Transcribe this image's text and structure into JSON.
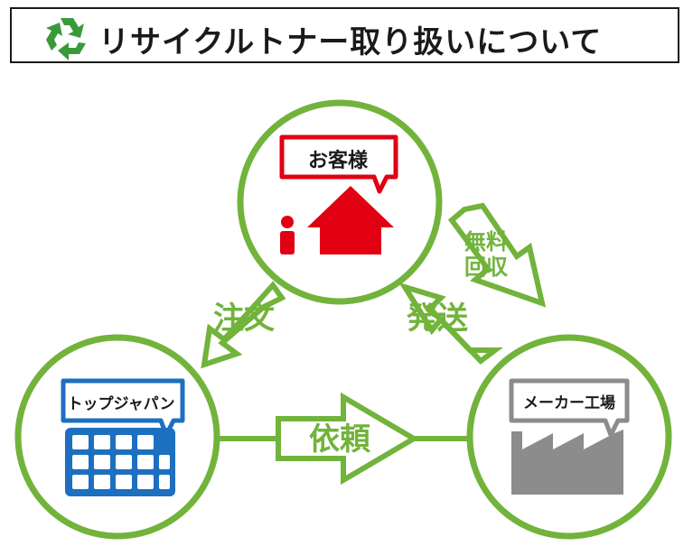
{
  "title": "リサイクルトナー取り扱いについて",
  "icons": [
    "recycle-icon",
    "person-icon",
    "house-icon",
    "building-icon",
    "factory-icon"
  ],
  "colors": {
    "green": "#72b33b",
    "red": "#e00012",
    "blue": "#1d6fbf",
    "gray": "#8c8c8c",
    "title_border": "#1a1a1a"
  },
  "nodes": {
    "customer": {
      "label": "お客様"
    },
    "top_japan": {
      "label": "トップジャパン"
    },
    "maker": {
      "label": "メーカー工場"
    }
  },
  "arrows": {
    "order": "注文",
    "request": "依頼",
    "ship": "発送",
    "free_collect_line1": "無料",
    "free_collect_line2": "回収"
  }
}
